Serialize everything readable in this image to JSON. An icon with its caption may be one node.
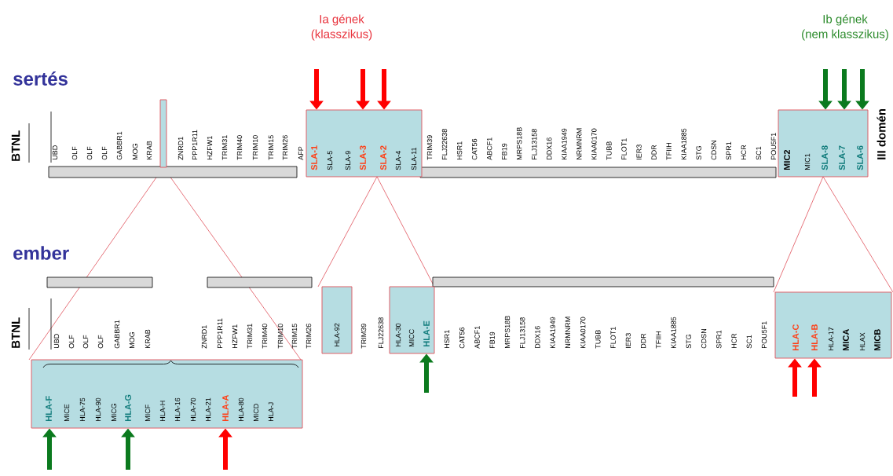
{
  "diagram": {
    "nodes": [
      {
        "text": [],
        "shape": "box"
      },
      {
        "text": [
          "SLA-1",
          "SLA-5",
          "SLA-9",
          "SLA-3",
          "SLA-2",
          "SLA-4",
          "SLA-11"
        ]
      },
      {
        "text": [
          "MIC2",
          "MIC1",
          "SLA-8",
          "SLA-7",
          "SLA-6"
        ]
      },
      {
        "text": [
          "HLA-92"
        ]
      },
      {
        "text": [
          "HLA-30",
          "MICC",
          "HLA-E"
        ]
      },
      {
        "text": [
          "HLA-C",
          "HLA-B",
          "HLA-17",
          "MICA",
          "HLAX",
          "MICB"
        ]
      },
      {
        "text": [
          "HLA-F",
          "MICE",
          "HLA-75",
          "HLA-90",
          "MICG",
          "HLA-G",
          "MICF",
          "HLA-H",
          "HLA-16",
          "HLA-70",
          "HLA-21",
          "HLA-A",
          "HLA-80",
          "MICD",
          "HLA-J"
        ]
      }
    ],
    "edges": [
      {
        "from": null,
        "to": 1,
        "arrow": "to",
        "color": "#ff0000"
      },
      {
        "from": null,
        "to": 1,
        "arrow": "to",
        "color": "#ff0000"
      },
      {
        "from": null,
        "to": 1,
        "arrow": "to",
        "color": "#ff0000"
      },
      {
        "from": null,
        "to": 2,
        "arrow": "to",
        "color": "#0b7a1e"
      },
      {
        "from": null,
        "to": 2,
        "arrow": "to",
        "color": "#0b7a1e"
      },
      {
        "from": null,
        "to": 2,
        "arrow": "to",
        "color": "#0b7a1e"
      },
      {
        "from": null,
        "to": 6,
        "arrow": "to",
        "color": "#0b7a1e"
      },
      {
        "from": null,
        "to": 6,
        "arrow": "to",
        "color": "#0b7a1e"
      },
      {
        "from": null,
        "to": 6,
        "arrow": "to",
        "color": "#ff0000"
      },
      {
        "from": null,
        "to": 4,
        "arrow": "to",
        "color": "#0b7a1e"
      },
      {
        "from": null,
        "to": 5,
        "arrow": "to",
        "color": "#ff0000"
      },
      {
        "from": null,
        "to": 5,
        "arrow": "to",
        "color": "#ff0000"
      }
    ],
    "labels": [
      "Ia gének (klasszikus)",
      "Ib gének (nem klasszikus)",
      "sertés",
      "BTNL",
      "UBD",
      "OLF",
      "OLF",
      "OLF",
      "GABBR1",
      "MOG",
      "KRAB",
      "ZNRD1",
      "PPP1R11",
      "HZFW1",
      "TRIM31",
      "TRIM40",
      "TRIM10",
      "TRIM15",
      "TRIM26",
      "AFP",
      "TRIM39",
      "FLJ22638",
      "HSR1",
      "CAT56",
      "ABCF1",
      "FB19",
      "MRPS18B",
      "FLJ13158",
      "DDX16",
      "KIAA1949",
      "NRMNRM",
      "KIAA0170",
      "TUBB",
      "FLOT1",
      "IER3",
      "DDR",
      "TFIIH",
      "KIAA1885",
      "STG",
      "CDSN",
      "SPR1",
      "HCR",
      "SC1",
      "POU5F1",
      "III domén",
      "ember",
      "BTNL",
      "UBD",
      "OLF",
      "OLF",
      "OLF",
      "GABBR1",
      "MOG",
      "KRAB",
      "ZNRD1",
      "PPP1R11",
      "HZFW1",
      "TRIM31",
      "TRIM40",
      "TRIM10",
      "TRIM15",
      "TRIM26",
      "TRIM39",
      "FLJ22638",
      "HSR1",
      "CAT56",
      "ABCF1",
      "FB19",
      "MRPS18B",
      "FLJ13158",
      "DDX16",
      "KIAA1949",
      "NRMNRM",
      "KIAA0170",
      "TUBB",
      "FLOT1",
      "IER3",
      "DDR",
      "TFIIH",
      "KIAA1885",
      "STG",
      "CDSN",
      "SPR1",
      "HCR",
      "SC1",
      "POU5F1"
    ]
  }
}
